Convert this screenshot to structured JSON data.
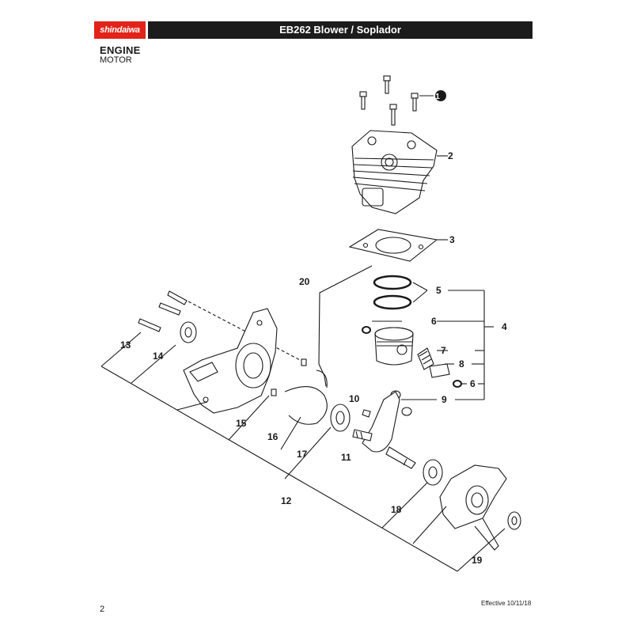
{
  "header": {
    "brand": "shindaiwa",
    "title": "EB262 Blower / Soplador"
  },
  "section": {
    "title": "ENGINE",
    "subtitle": "MOTOR"
  },
  "callouts": {
    "c1": "1",
    "c2": "2",
    "c3": "3",
    "c4": "4",
    "c5": "5",
    "c6a": "6",
    "c6b": "6",
    "c7": "7",
    "c8": "8",
    "c9": "9",
    "c10": "10",
    "c11": "11",
    "c12": "12",
    "c13": "13",
    "c14": "14",
    "c15": "15",
    "c16": "16",
    "c17": "17",
    "c18": "18",
    "c19": "19",
    "c20": "20"
  },
  "footer": {
    "page_number": "2",
    "effective": "Effective 10/11/18"
  },
  "colors": {
    "brand_red": "#e2231a",
    "header_dark": "#1c1c1c",
    "line": "#1a1a1a"
  }
}
